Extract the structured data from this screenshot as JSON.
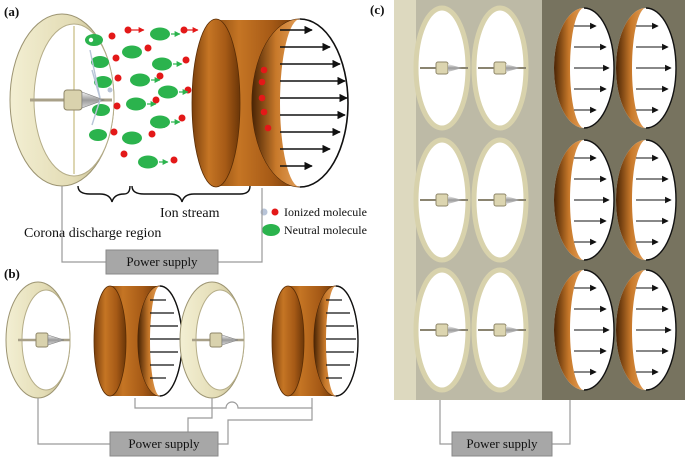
{
  "panels": {
    "a": {
      "label": "(a)"
    },
    "b": {
      "label": "(b)"
    },
    "c": {
      "label": "(c)"
    }
  },
  "annotations": {
    "ion_stream": "Ion stream",
    "corona_region": "Corona discharge region"
  },
  "legend": {
    "ionized": "Ionized molecule",
    "neutral": "Neutral molecule"
  },
  "power_supply": {
    "a": "Power supply",
    "b": "Power supply",
    "c": "Power supply"
  },
  "colors": {
    "emitter_ring": "#e8e2bd",
    "emitter_ring_dark": "#b8b08a",
    "collector": "#b3661c",
    "collector_dark": "#6e3a0a",
    "panel_c_left": "#bdbaa6",
    "panel_c_right": "#77735f",
    "neutral": "#2bb34d",
    "ion": "#e31818",
    "electron": "#b8c4d8",
    "power_box": "#a7a7a7"
  }
}
